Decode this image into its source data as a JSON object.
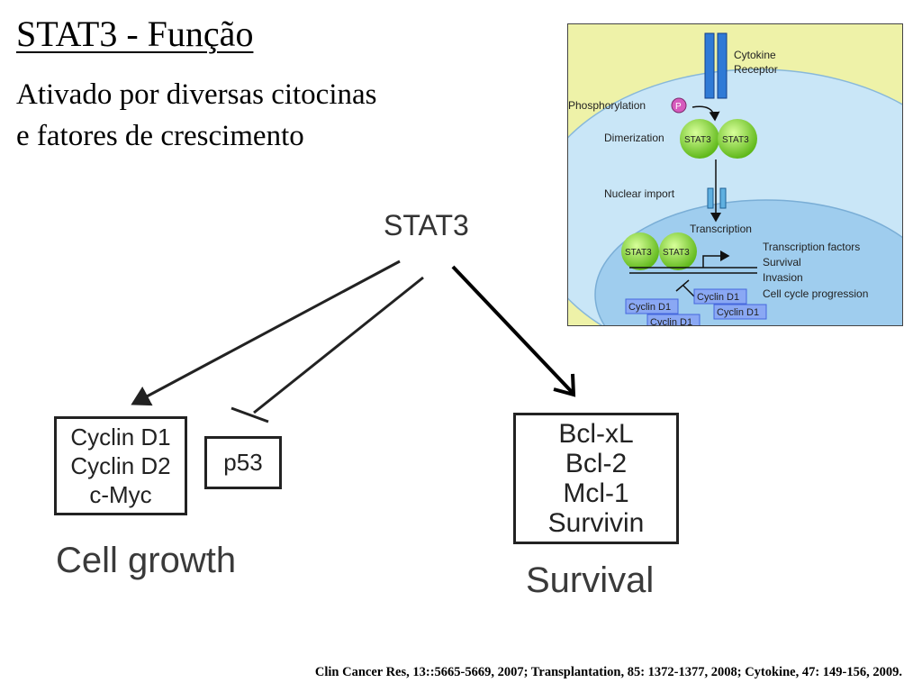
{
  "slide": {
    "title": "STAT3 - Função",
    "subtitle_line1": "Ativado por diversas citocinas",
    "subtitle_line2": "e fatores de crescimento",
    "citation": "Clin Cancer Res, 13::5665-5669, 2007; Transplantation, 85: 1372-1377, 2008; Cytokine, 47: 149-156, 2009."
  },
  "main_diagram": {
    "root": "STAT3",
    "growth_targets": [
      "Cyclin D1",
      "Cyclin D2",
      "c-Myc"
    ],
    "inhibited_target": "p53",
    "survival_targets": [
      "Bcl-xL",
      "Bcl-2",
      "Mcl-1",
      "Survivin"
    ],
    "growth_label": "Cell growth",
    "survival_label": "Survival"
  },
  "pathway": {
    "cytokine_receptor_line1": "Cytokine",
    "cytokine_receptor_line2": "Receptor",
    "phosphorylation": "Phosphorylation",
    "p_badge": "P",
    "dimerization": "Dimerization",
    "stat3": "STAT3",
    "nuclear_import": "Nuclear import",
    "transcription": "Transcription",
    "outcomes": [
      "Transcription factors",
      "Survival",
      "Invasion",
      "Cell cycle progression"
    ],
    "cyclin": "Cyclin D1",
    "colors": {
      "background": "#eef2a8",
      "cell": "#c9e6f7",
      "nucleus": "#9fcdee",
      "receptor": "#2f7ad6",
      "stat3": "#7ed12e",
      "p_badge": "#d65bbd",
      "cyclin": "#4466dd"
    }
  }
}
